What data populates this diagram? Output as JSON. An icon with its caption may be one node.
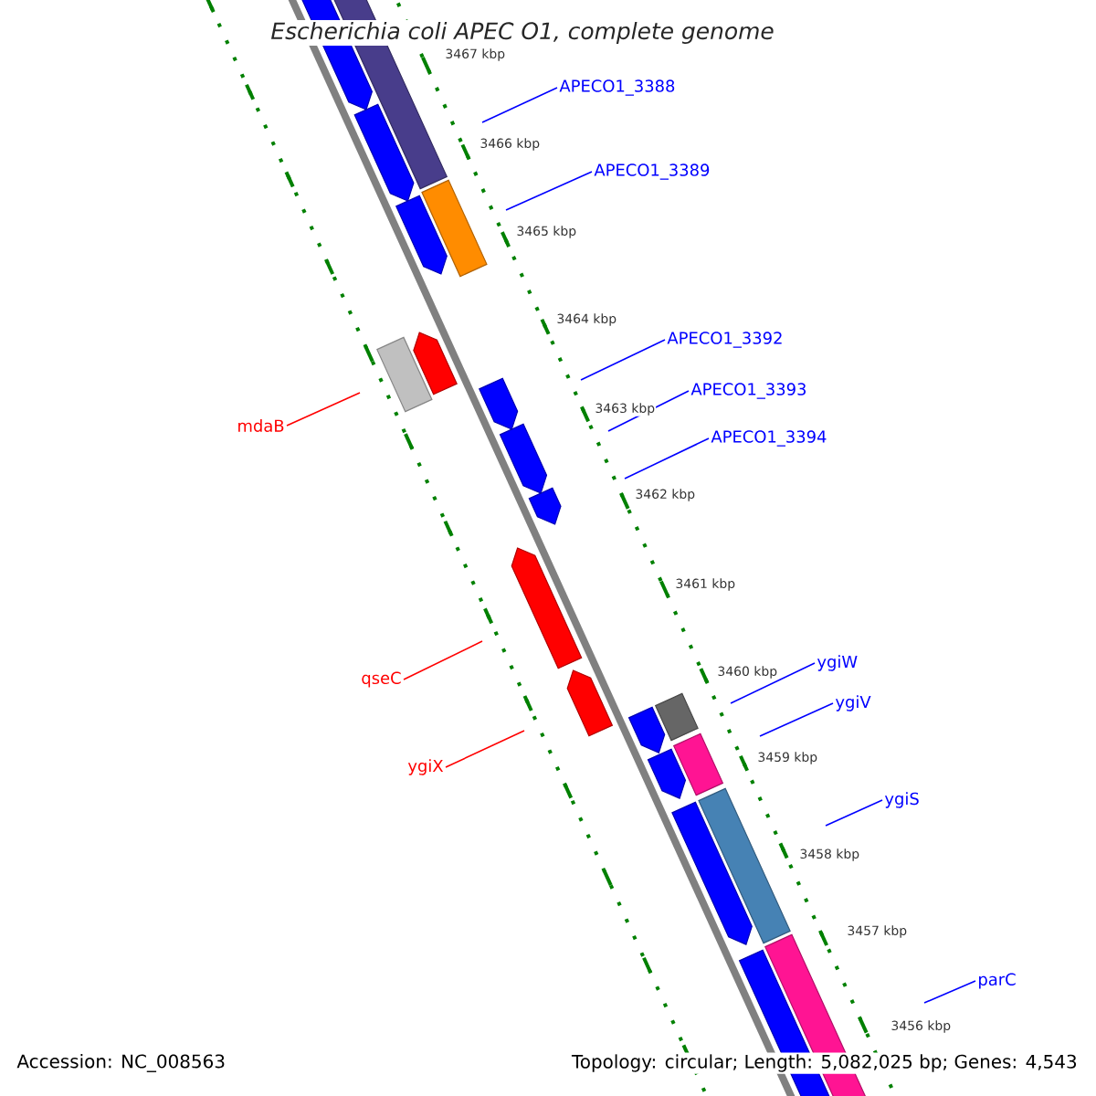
{
  "diagram": {
    "title": "Escherichia coli APEC O1, complete genome",
    "nodes": [
      {
        "text": [
          "APECO1_3388"
        ]
      },
      {
        "text": [
          "APECO1_3389"
        ]
      },
      {
        "text": [
          "APECO1_3392"
        ]
      },
      {
        "text": [
          "APECO1_3393"
        ]
      },
      {
        "text": [
          "mdaB"
        ]
      },
      {
        "text": [
          "APECO1_3394"
        ]
      },
      {
        "text": [
          "ygiW"
        ]
      },
      {
        "text": [
          "qseC"
        ]
      },
      {
        "text": [
          "ygiV"
        ]
      },
      {
        "text": [
          "ygiX"
        ]
      },
      {
        "text": [
          "ygiS"
        ]
      },
      {
        "text": [
          "parC"
        ]
      }
    ],
    "edges": [
      {
        "from": 0,
        "to": null,
        "arrow": "none"
      },
      {
        "from": 1,
        "to": null,
        "arrow": "none"
      },
      {
        "from": 2,
        "to": null,
        "arrow": "none"
      },
      {
        "from": 3,
        "to": null,
        "arrow": "none"
      },
      {
        "from": 4,
        "to": null,
        "arrow": "none",
        "color": "#ff0000"
      },
      {
        "from": 5,
        "to": null,
        "arrow": "none"
      },
      {
        "from": 6,
        "to": null,
        "arrow": "none"
      },
      {
        "from": 7,
        "to": null,
        "arrow": "none",
        "color": "#ff0000"
      },
      {
        "from": 8,
        "to": null,
        "arrow": "none"
      },
      {
        "from": 9,
        "to": null,
        "arrow": "none",
        "color": "#ff0000"
      },
      {
        "from": 10,
        "to": null,
        "arrow": "none"
      },
      {
        "from": 11,
        "to": null,
        "arrow": "none"
      }
    ],
    "labels": [
      "3467 kbp",
      "3466 kbp",
      "3465 kbp",
      "3464 kbp",
      "3463 kbp",
      "3462 kbp",
      "3461 kbp",
      "3460 kbp",
      "3459 kbp",
      "3458 kbp",
      "3457 kbp",
      "3456 kbp",
      "Accession: NC_008563",
      "Topology: circular; Length: 5,082,025 bp; Genes: 4,543"
    ]
  }
}
